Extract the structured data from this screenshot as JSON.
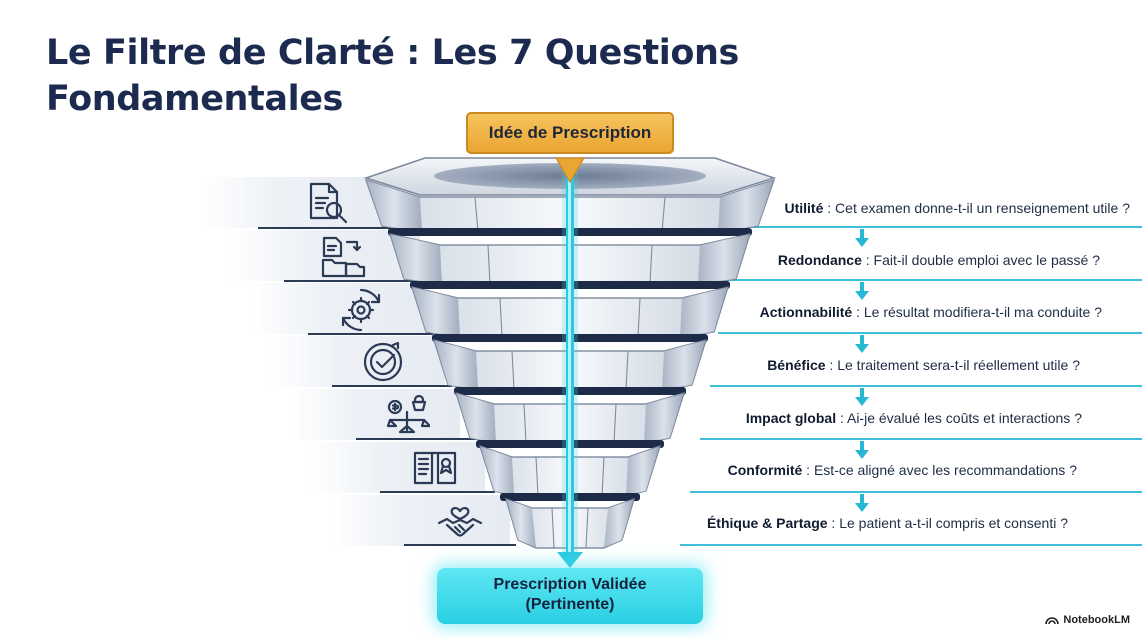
{
  "title": "Le Filtre de Clarté : Les 7 Questions Fondamentales",
  "top_box": "Idée de Prescription",
  "bottom_box": {
    "line1": "Prescription Validée",
    "line2": "(Pertinente)"
  },
  "brand": "NotebookLM",
  "colors": {
    "navy": "#1b2a4e",
    "orange": "#f0b040",
    "cyan": "#3fd3e6"
  },
  "questions": [
    {
      "label": "Utilité",
      "text": " : Cet examen donne-t-il un renseignement utile ?",
      "icon": "document-search-icon"
    },
    {
      "label": "Redondance",
      "text": " : Fait-il double emploi avec le passé ?",
      "icon": "folders-swap-icon"
    },
    {
      "label": "Actionnabilité",
      "text": " : Le résultat modifiera-t-il ma conduite ?",
      "icon": "gear-refresh-icon"
    },
    {
      "label": "Bénéfice",
      "text": " : Le traitement sera-t-il réellement utile ?",
      "icon": "target-check-icon"
    },
    {
      "label": "Impact global",
      "text": " : Ai-je évalué les coûts et interactions ?",
      "icon": "balance-scale-icon"
    },
    {
      "label": "Conformité",
      "text": " : Est-ce aligné avec les recommandations ?",
      "icon": "open-book-icon"
    },
    {
      "label": "Éthique & Partage",
      "text": " : Le patient a-t-il compris et consenti ?",
      "icon": "handshake-heart-icon"
    }
  ]
}
